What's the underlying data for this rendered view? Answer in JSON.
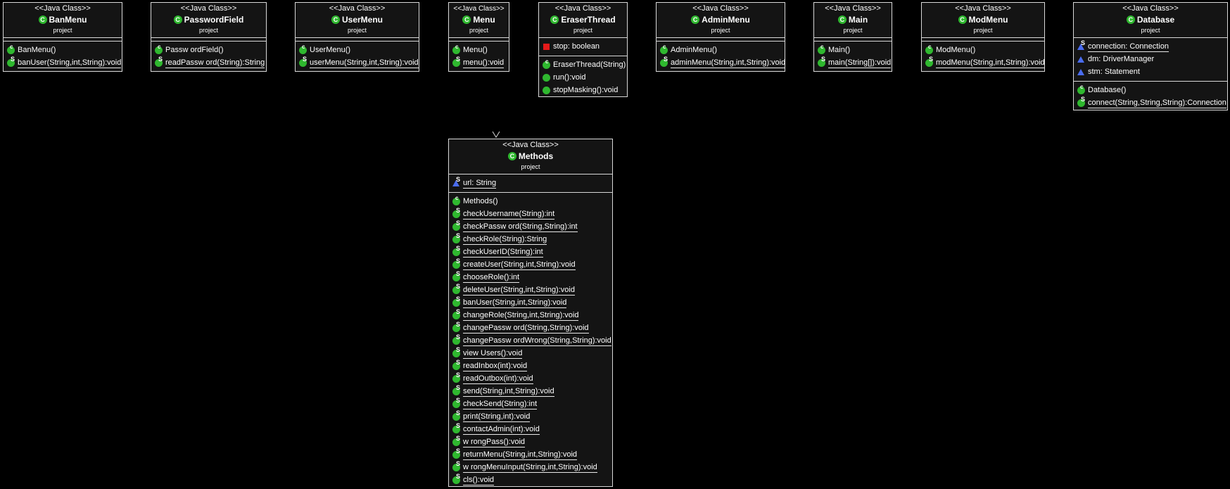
{
  "stereotype": "<<Java Class>>",
  "package": "project",
  "classes": {
    "banmenu": {
      "name": "BanMenu",
      "methods": [
        "BanMenu()",
        "banUser(String,int,String):void"
      ]
    },
    "passwordfield": {
      "name": "PasswordField",
      "methods": [
        "Passw ordField()",
        "readPassw ord(String):String"
      ]
    },
    "usermenu": {
      "name": "UserMenu",
      "methods": [
        "UserMenu()",
        "userMenu(String,int,String):void"
      ]
    },
    "menu": {
      "name": "Menu",
      "methods": [
        "Menu()",
        "menu():void"
      ]
    },
    "eraserthread": {
      "name": "EraserThread",
      "fields": [
        "stop: boolean"
      ],
      "methods": [
        "EraserThread(String)",
        "run():void",
        "stopMasking():void"
      ]
    },
    "adminmenu": {
      "name": "AdminMenu",
      "methods": [
        "AdminMenu()",
        "adminMenu(String,int,String):void"
      ]
    },
    "main": {
      "name": "Main",
      "methods": [
        "Main()",
        "main(String[]):void"
      ]
    },
    "modmenu": {
      "name": "ModMenu",
      "methods": [
        "ModMenu()",
        "modMenu(String,int,String):void"
      ]
    },
    "database": {
      "name": "Database",
      "fields": [
        "connection: Connection",
        "dm: DriverManager",
        "stm: Statement"
      ],
      "methods": [
        "Database()",
        "connect(String,String,String):Connection"
      ]
    },
    "methods": {
      "name": "Methods",
      "fields": [
        "url: String"
      ],
      "methods": [
        "Methods()",
        "checkUsername(String):int",
        "checkPassw ord(String,String):int",
        "checkRole(String):String",
        "checkUserID(String):int",
        "createUser(String,int,String):void",
        "chooseRole():int",
        "deleteUser(String,int,String):void",
        "banUser(String,int,String):void",
        "changeRole(String,int,String):void",
        "changePassw ord(String,String):void",
        "changePassw ordWrong(String,String):void",
        "view Users():void",
        "readInbox(int):void",
        "readOutbox(int):void",
        "send(String,int,String):void",
        "checkSend(String):int",
        "print(String,int):void",
        "contactAdmin(int):void",
        "w rongPass():void",
        "returnMenu(String,int,String):void",
        "w rongMenuInput(String,int,String):void",
        "cls():void"
      ]
    }
  },
  "icons": {
    "public": "green-circle",
    "private": "red-square",
    "package": "blue-triangle",
    "static": "S"
  },
  "colors": {
    "background": "#000000",
    "box": "#141414",
    "public": "#2fb82f",
    "private": "#e51a1a",
    "package": "#4a6cf0"
  }
}
